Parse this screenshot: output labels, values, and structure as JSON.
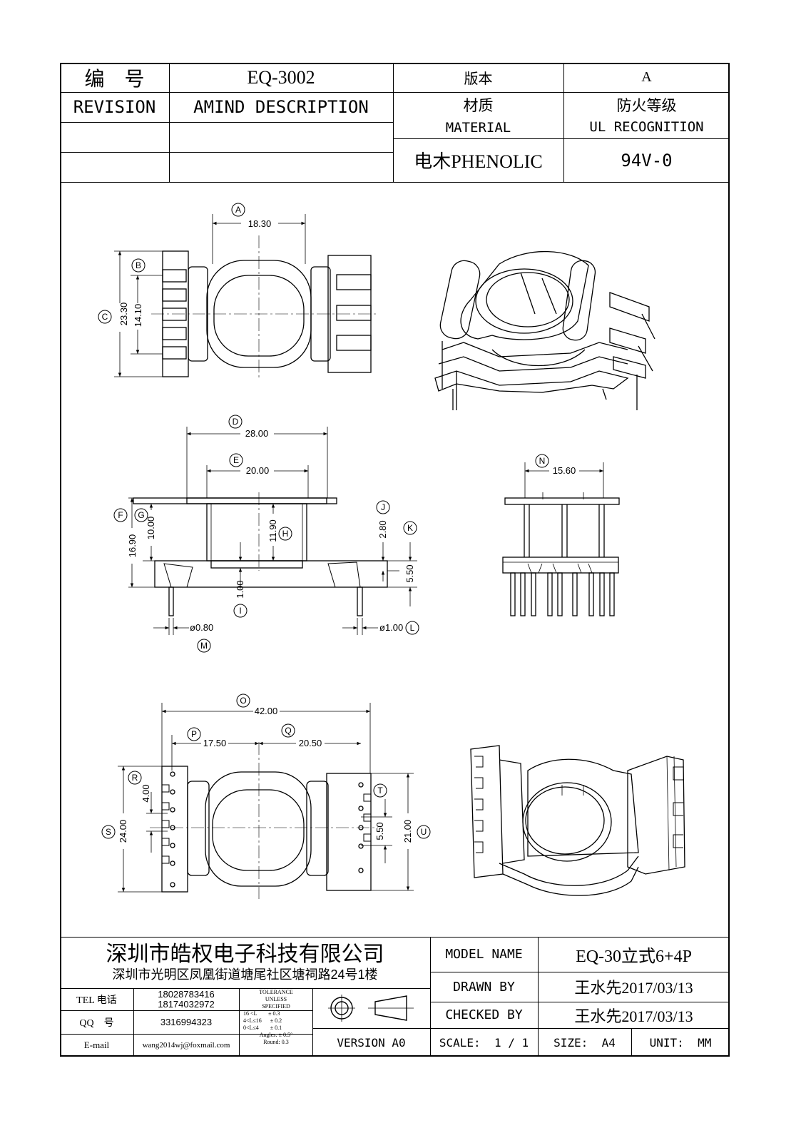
{
  "header": {
    "number_label": "编　号",
    "number_value": "EQ-3002",
    "version_label": "版本",
    "version_value": "A",
    "revision_label": "REVISION",
    "amend_label": "AMIND DESCRIPTION",
    "material_label_cn": "材质",
    "material_label_en": "MATERIAL",
    "ul_label_cn": "防火等级",
    "ul_label_en": "UL RECOGNITION",
    "material_value": "电木PHENOLIC",
    "ul_value": "94V-0"
  },
  "dimensions": {
    "A": {
      "letter": "A",
      "value": "18.30"
    },
    "B": {
      "letter": "B",
      "value": "14.10"
    },
    "C": {
      "letter": "C",
      "value": "23.30"
    },
    "D": {
      "letter": "D",
      "value": "28.00"
    },
    "E": {
      "letter": "E",
      "value": "20.00"
    },
    "F": {
      "letter": "F",
      "value": "16.90"
    },
    "G": {
      "letter": "G",
      "value": "10.00"
    },
    "H": {
      "letter": "H",
      "value": "11.90"
    },
    "I": {
      "letter": "I",
      "value": "1.00"
    },
    "J": {
      "letter": "J",
      "value": "2.80"
    },
    "K": {
      "letter": "K",
      "value": "5.50"
    },
    "L": {
      "letter": "L",
      "value": "ø1.00"
    },
    "M": {
      "letter": "M",
      "value": "ø0.80"
    },
    "N": {
      "letter": "N",
      "value": "15.60"
    },
    "O": {
      "letter": "O",
      "value": "42.00"
    },
    "P": {
      "letter": "P",
      "value": "17.50"
    },
    "Q": {
      "letter": "Q",
      "value": "20.50"
    },
    "R": {
      "letter": "R",
      "value": "4.00"
    },
    "S": {
      "letter": "S",
      "value": "24.00"
    },
    "T": {
      "letter": "T",
      "value": "5.50"
    },
    "U": {
      "letter": "U",
      "value": "21.00"
    }
  },
  "footer": {
    "company_name": "深圳市皓权电子科技有限公司",
    "company_address": "深圳市光明区凤凰街道塘尾社区塘祠路24号1楼",
    "tel_label": "TEL 电话",
    "tel_value_1": "18028783416",
    "tel_value_2": "18174032972",
    "qq_label": "QQ　号",
    "qq_value": "3316994323",
    "email_label": "E-mail",
    "email_value": "wang2014wj@foxmail.com",
    "tolerance_lines": [
      "TOLERANCE",
      "UNLESS",
      "SPECIFIED",
      "16 <L        ± 0.3",
      "4<L≤16      ± 0.2",
      "0<L≤4        ± 0.1",
      "Angles: ± 0.5°",
      "Round: 0.3"
    ],
    "version_label": "VERSION A0",
    "model_name_label": "MODEL NAME",
    "model_name_value": "EQ-30立式6+4P",
    "drawn_by_label": "DRAWN BY",
    "drawn_by_value": "王水先2017/03/13",
    "checked_by_label": "CHECKED BY",
    "checked_by_value": "王水先2017/03/13",
    "scale_label": "SCALE:  1 / 1",
    "size_label": "SIZE:  A4",
    "unit_label": "UNIT:  MM"
  }
}
